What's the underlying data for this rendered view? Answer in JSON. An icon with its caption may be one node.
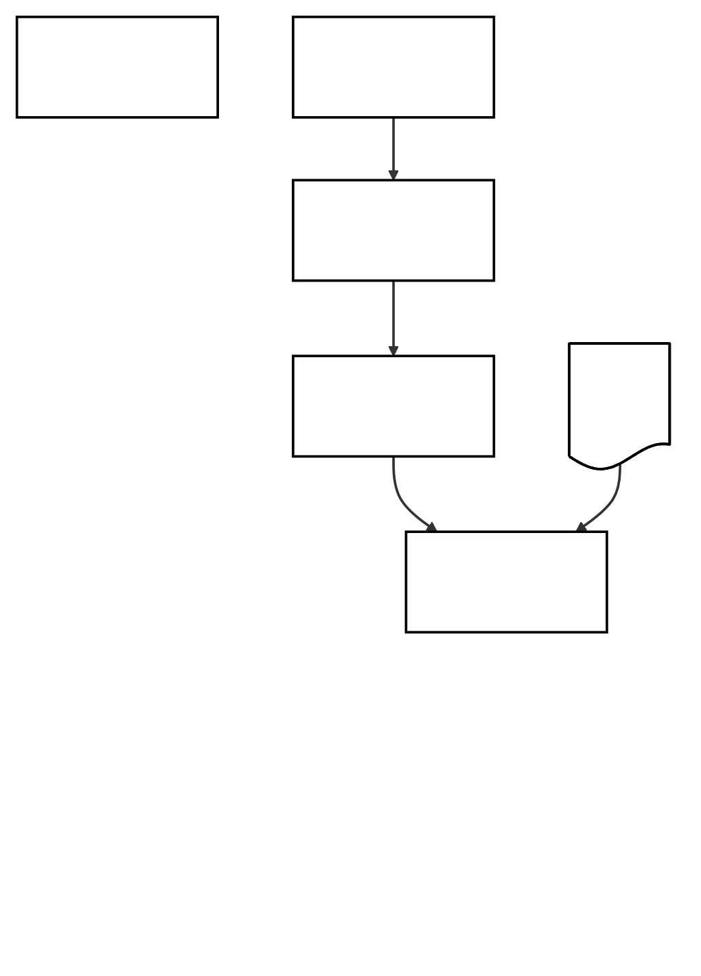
{
  "diagram": {
    "nodes": [
      {
        "text": [],
        "shape": "box"
      },
      {
        "text": [],
        "shape": "box"
      },
      {
        "text": [],
        "shape": "box"
      },
      {
        "text": [],
        "shape": "box"
      },
      {
        "text": [],
        "shape": "box"
      },
      {
        "text": [],
        "shape": "document"
      }
    ],
    "edges": [
      {
        "from": 1,
        "to": 2,
        "arrow": "to"
      },
      {
        "from": 2,
        "to": 3,
        "arrow": "to"
      },
      {
        "from": 3,
        "to": 4,
        "arrow": "to"
      },
      {
        "from": 5,
        "to": 4,
        "arrow": "to"
      }
    ]
  }
}
